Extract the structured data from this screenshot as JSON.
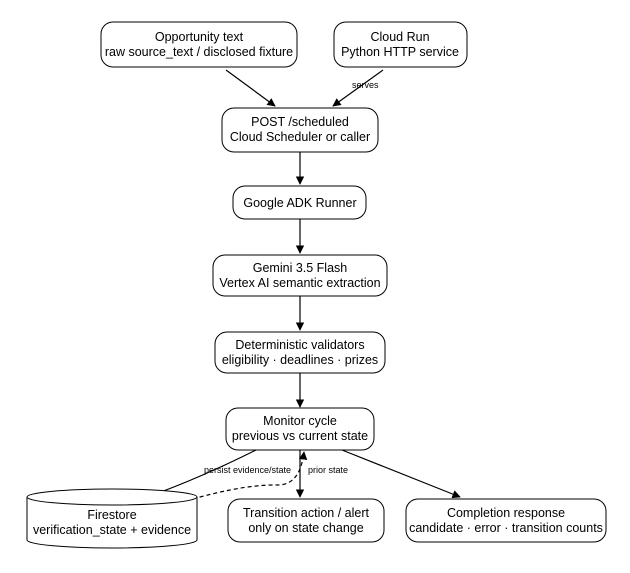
{
  "nodes": {
    "opportunity_text": {
      "line1": "Opportunity text",
      "line2": "raw source_text / disclosed fixture"
    },
    "cloud_run": {
      "line1": "Cloud Run",
      "line2": "Python HTTP service"
    },
    "post_scheduled": {
      "line1": "POST /scheduled",
      "line2": "Cloud Scheduler or caller"
    },
    "adk_runner": {
      "line1": "Google ADK Runner"
    },
    "gemini": {
      "line1": "Gemini 3.5 Flash",
      "line2": "Vertex AI semantic extraction"
    },
    "validators": {
      "line1": "Deterministic validators",
      "line2": "eligibility · deadlines · prizes"
    },
    "monitor_cycle": {
      "line1": "Monitor cycle",
      "line2": "previous vs current state"
    },
    "firestore": {
      "line1": "Firestore",
      "line2": "verification_state + evidence"
    },
    "transition_action": {
      "line1": "Transition action / alert",
      "line2": "only on state change"
    },
    "completion_response": {
      "line1": "Completion response",
      "line2": "candidate · error · transition counts"
    }
  },
  "edge_labels": {
    "serves": "serves",
    "persist": "persist evidence/state",
    "prior_state": "prior state"
  }
}
